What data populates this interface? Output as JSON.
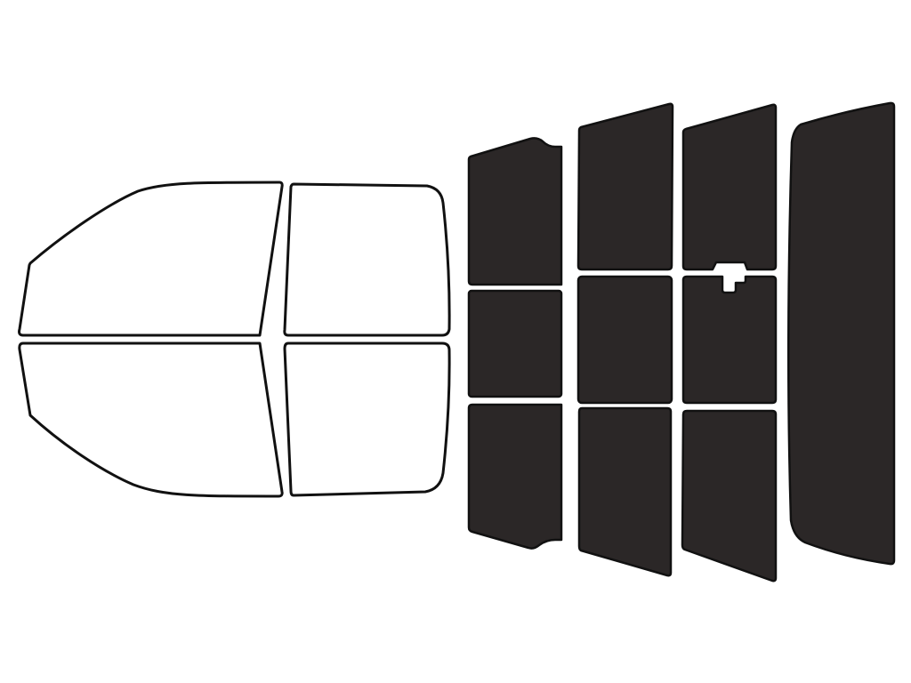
{
  "colors": {
    "clear_glass": "#ffffff",
    "tint_film": "#2b2727",
    "outline": "#111111",
    "background": "#ffffff"
  },
  "diagram": {
    "groups": [
      {
        "key": "front",
        "state": "clear",
        "windows": [
          "front-left-upper",
          "front-right-upper",
          "front-left-lower",
          "front-right-lower"
        ]
      },
      {
        "key": "rear",
        "state": "tinted",
        "windows": [
          "rear-col1-top",
          "rear-col1-mid",
          "rear-col1-bottom",
          "rear-col2-top",
          "rear-col2-mid",
          "rear-col2-bottom",
          "rear-col3-top",
          "rear-col3-mid",
          "rear-col3-bottom",
          "back-window"
        ]
      }
    ]
  }
}
